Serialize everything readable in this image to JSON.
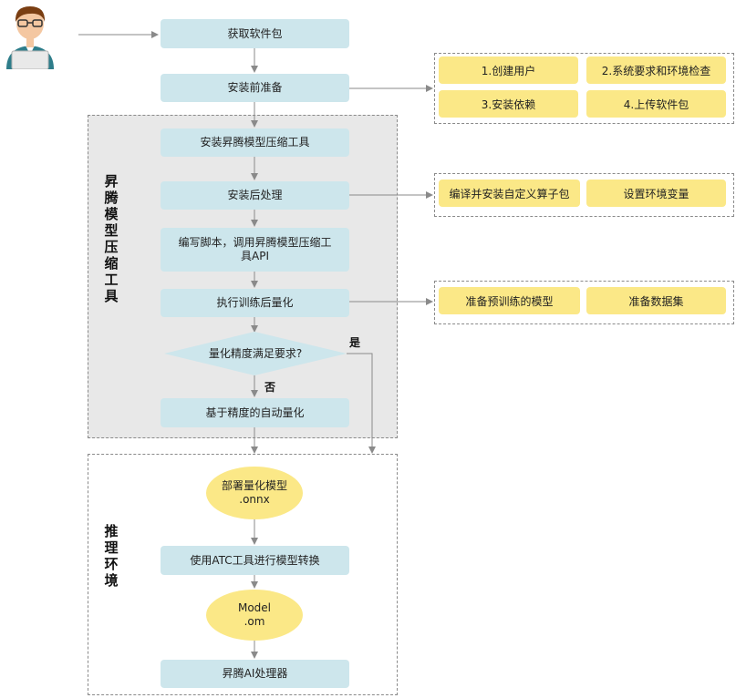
{
  "groups": {
    "compress_label": [
      "昇",
      "腾",
      "模",
      "型",
      "压",
      "缩",
      "工",
      "具"
    ],
    "infer_label": [
      "推",
      "理",
      "环",
      "境"
    ]
  },
  "steps": {
    "get_package": "获取软件包",
    "pre_install": "安装前准备",
    "install_tool": "安装昇腾模型压缩工具",
    "post_install": "安装后处理",
    "write_script": "编写脚本，调用昇腾模型压缩工具API",
    "run_quant": "执行训练后量化",
    "decision": "量化精度满足要求?",
    "auto_quant": "基于精度的自动量化",
    "deploy_model": "部署量化模型\n.onnx",
    "atc_convert": "使用ATC工具进行模型转换",
    "model_om": "Model\n.om",
    "ai_processor": "昇腾AI处理器"
  },
  "branches": {
    "yes": "是",
    "no": "否"
  },
  "notes": {
    "pre_install": [
      "1.创建用户",
      "2.系统要求和环境检查",
      "3.安装依赖",
      "4.上传软件包"
    ],
    "post_install": [
      "编译并安装自定义算子包",
      "设置环境变量"
    ],
    "run_quant": [
      "准备预训练的模型",
      "准备数据集"
    ]
  },
  "colors": {
    "step_fill": "#cde6ec",
    "note_fill": "#fbe887",
    "group_fill": "#e8e8e8",
    "arrow": "#8a8a8a"
  },
  "icons": {
    "user": "person-at-laptop-icon"
  }
}
